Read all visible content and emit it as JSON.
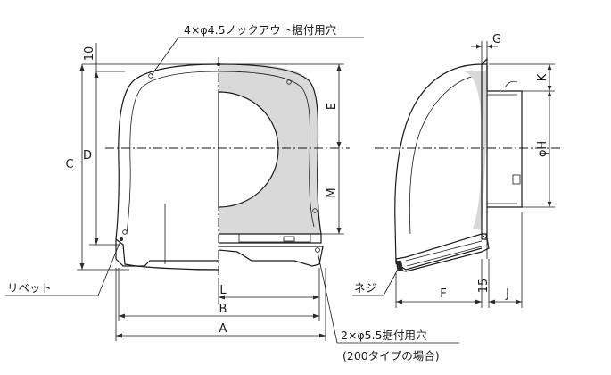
{
  "callouts": {
    "knockout_holes": "4×φ4.5ノックアウト据付用穴",
    "rivet": "リベット",
    "mount_holes": "2×φ5.5据付用穴",
    "mount_holes_note": "(200タイプの場合)",
    "nut": "ネジ"
  },
  "dimensions": {
    "A": "A",
    "B": "B",
    "L": "L",
    "C": "C",
    "D": "D",
    "E": "E",
    "M": "M",
    "ten": "10",
    "F": "F",
    "fifteen": "15",
    "J": "J",
    "G": "G",
    "K": "K",
    "phiH": "φH"
  }
}
